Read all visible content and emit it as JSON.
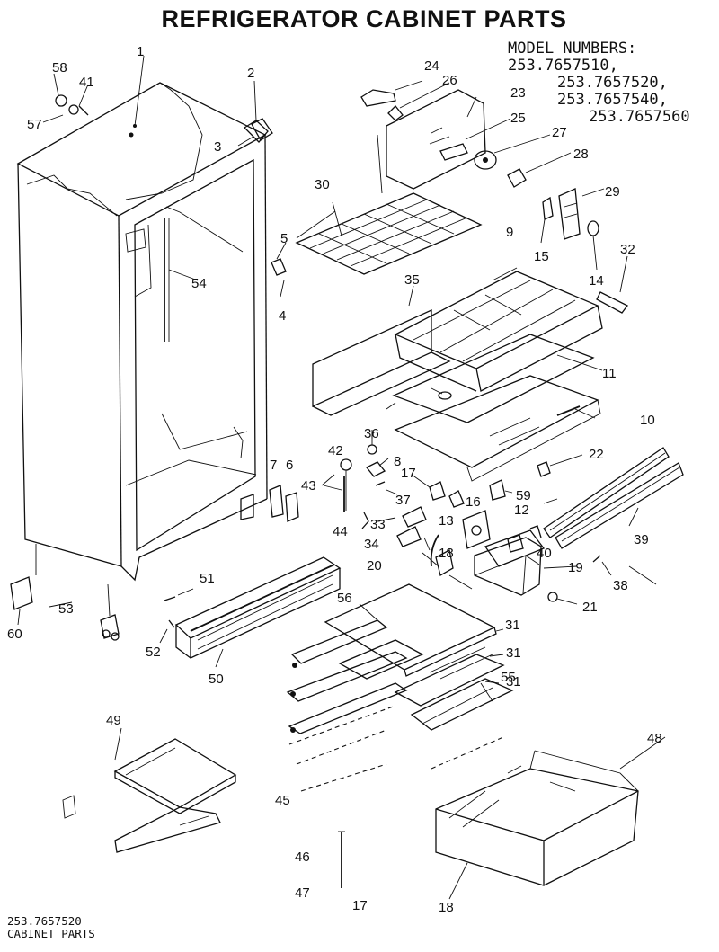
{
  "title": "REFRIGERATOR CABINET PARTS",
  "model_heading": "MODEL NUMBERS:",
  "model_numbers": [
    "253.7657510,",
    "253.7657520,",
    "253.7657540,",
    "253.7657560"
  ],
  "footer": {
    "model": "253.7657520",
    "section": "CABINET PARTS"
  },
  "part_labels": {
    "p1": "1",
    "p2": "2",
    "p3": "3",
    "p4": "4",
    "p5": "5",
    "p6": "6",
    "p7": "7",
    "p8": "8",
    "p9": "9",
    "p10": "10",
    "p11": "11",
    "p12": "12",
    "p13": "13",
    "p14": "14",
    "p15": "15",
    "p16": "16",
    "p17a": "17",
    "p18a": "18",
    "p19": "19",
    "p20": "20",
    "p21": "21",
    "p22": "22",
    "p23": "23",
    "p24": "24",
    "p25": "25",
    "p26": "26",
    "p27": "27",
    "p28": "28",
    "p29": "29",
    "p30": "30",
    "p31a": "31",
    "p31b": "31",
    "p31c": "31",
    "p32": "32",
    "p33": "33",
    "p34": "34",
    "p35": "35",
    "p36": "36",
    "p37": "37",
    "p38": "38",
    "p39": "39",
    "p40": "40",
    "p41": "41",
    "p42": "42",
    "p43": "43",
    "p44": "44",
    "p45": "45",
    "p46": "46",
    "p47": "47",
    "p48": "48",
    "p49": "49",
    "p50": "50",
    "p51": "51",
    "p52": "52",
    "p53": "53",
    "p54": "54",
    "p55": "55",
    "p56": "56",
    "p57": "57",
    "p58": "58",
    "p59": "59",
    "p60": "60",
    "p17b": "17",
    "p18b": "18"
  }
}
